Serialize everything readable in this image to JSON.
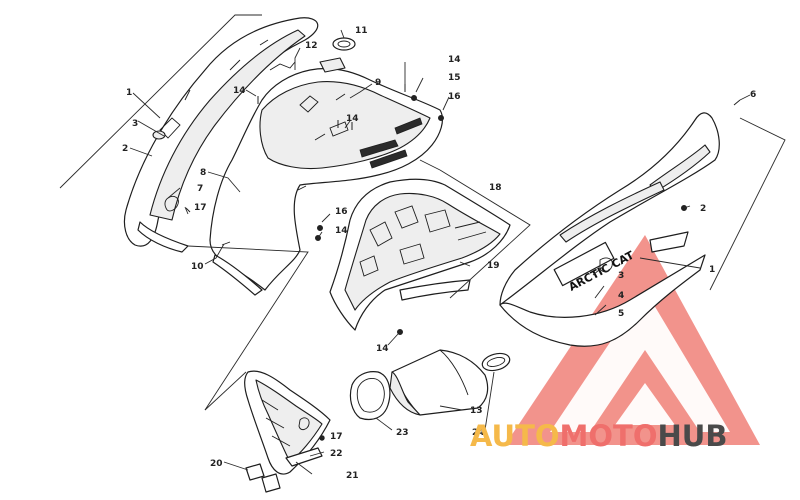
{
  "diagram": {
    "callouts": {
      "c1_left": "1",
      "c3_left": "3",
      "c2_left": "2",
      "c8": "8",
      "c7": "7",
      "c17_left": "17",
      "c10": "10",
      "c14_upper_left": "14",
      "c12": "12",
      "c11": "11",
      "c9": "9",
      "c14_top_right": "14",
      "c15": "15",
      "c16_top": "16",
      "c14_mid": "14",
      "c16_mid": "16",
      "c14_lower_mid": "14",
      "c18": "18",
      "c19": "19",
      "c14_bottom": "14",
      "c6": "6",
      "c2_right": "2",
      "c1_right": "1",
      "c3_right": "3",
      "c4": "4",
      "c5": "5",
      "c13": "13",
      "c23": "23",
      "c24": "24",
      "c17_bottom": "17",
      "c22": "22",
      "c21": "21",
      "c20": "20"
    },
    "panel_brand": "ARCTIC CAT"
  },
  "watermark": {
    "part1": "AUTO",
    "part2": "MOTO",
    "part3": "HUB",
    "colors": {
      "auto": "#f5b94a",
      "moto": "#ef6f6c",
      "hub": "#4a4a4a",
      "triangle": "#f08078"
    }
  }
}
